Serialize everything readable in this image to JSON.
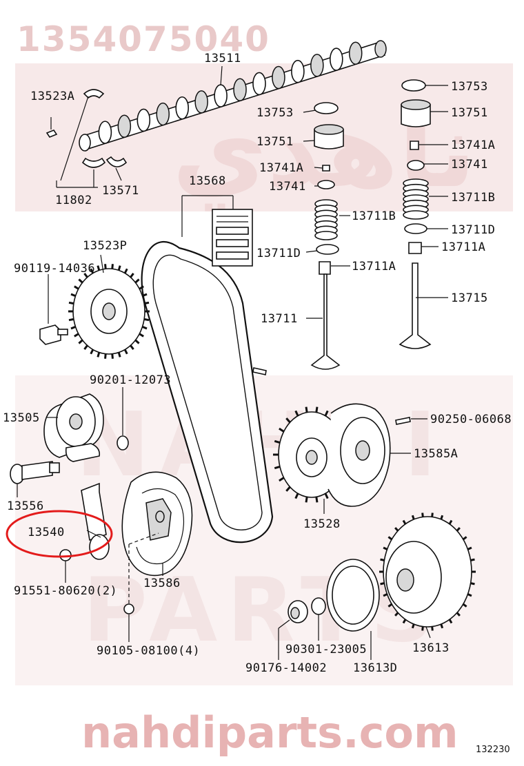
{
  "watermark": {
    "part_number": "1354075040",
    "arabic": "ناهدي",
    "brand_word_1": "NAHDI",
    "brand_word_2": "PARTS",
    "site": "nahdiparts.com"
  },
  "diagram_code": "132230",
  "highlighted_part": "13540",
  "labels": {
    "p13511": "13511",
    "p13523a": "13523A",
    "p11802": "11802",
    "p13571": "13571",
    "p13568": "13568",
    "p13523p": "13523P",
    "p90119": "90119-14036",
    "p13753_l": "13753",
    "p13751_l": "13751",
    "p13741a_l": "13741A",
    "p13741_l": "13741",
    "p13711b_l": "13711B",
    "p13711d_l": "13711D",
    "p13711a_l": "13711A",
    "p13711": "13711",
    "p13753_r": "13753",
    "p13751_r": "13751",
    "p13741a_r": "13741A",
    "p13741_r": "13741",
    "p13711b_r": "13711B",
    "p13711d_r": "13711D",
    "p13711a_r": "13711A",
    "p13715": "13715",
    "p90201": "90201-12073",
    "p13505": "13505",
    "p13556": "13556",
    "p13540": "13540",
    "p91551": "91551-80620(2)",
    "p13586": "13586",
    "p90105": "90105-08100(4)",
    "p90250": "90250-06068",
    "p13585a": "13585A",
    "p13528": "13528",
    "p90301": "90301-23005",
    "p90176": "90176-14002",
    "p13613d": "13613D",
    "p13613": "13613"
  }
}
